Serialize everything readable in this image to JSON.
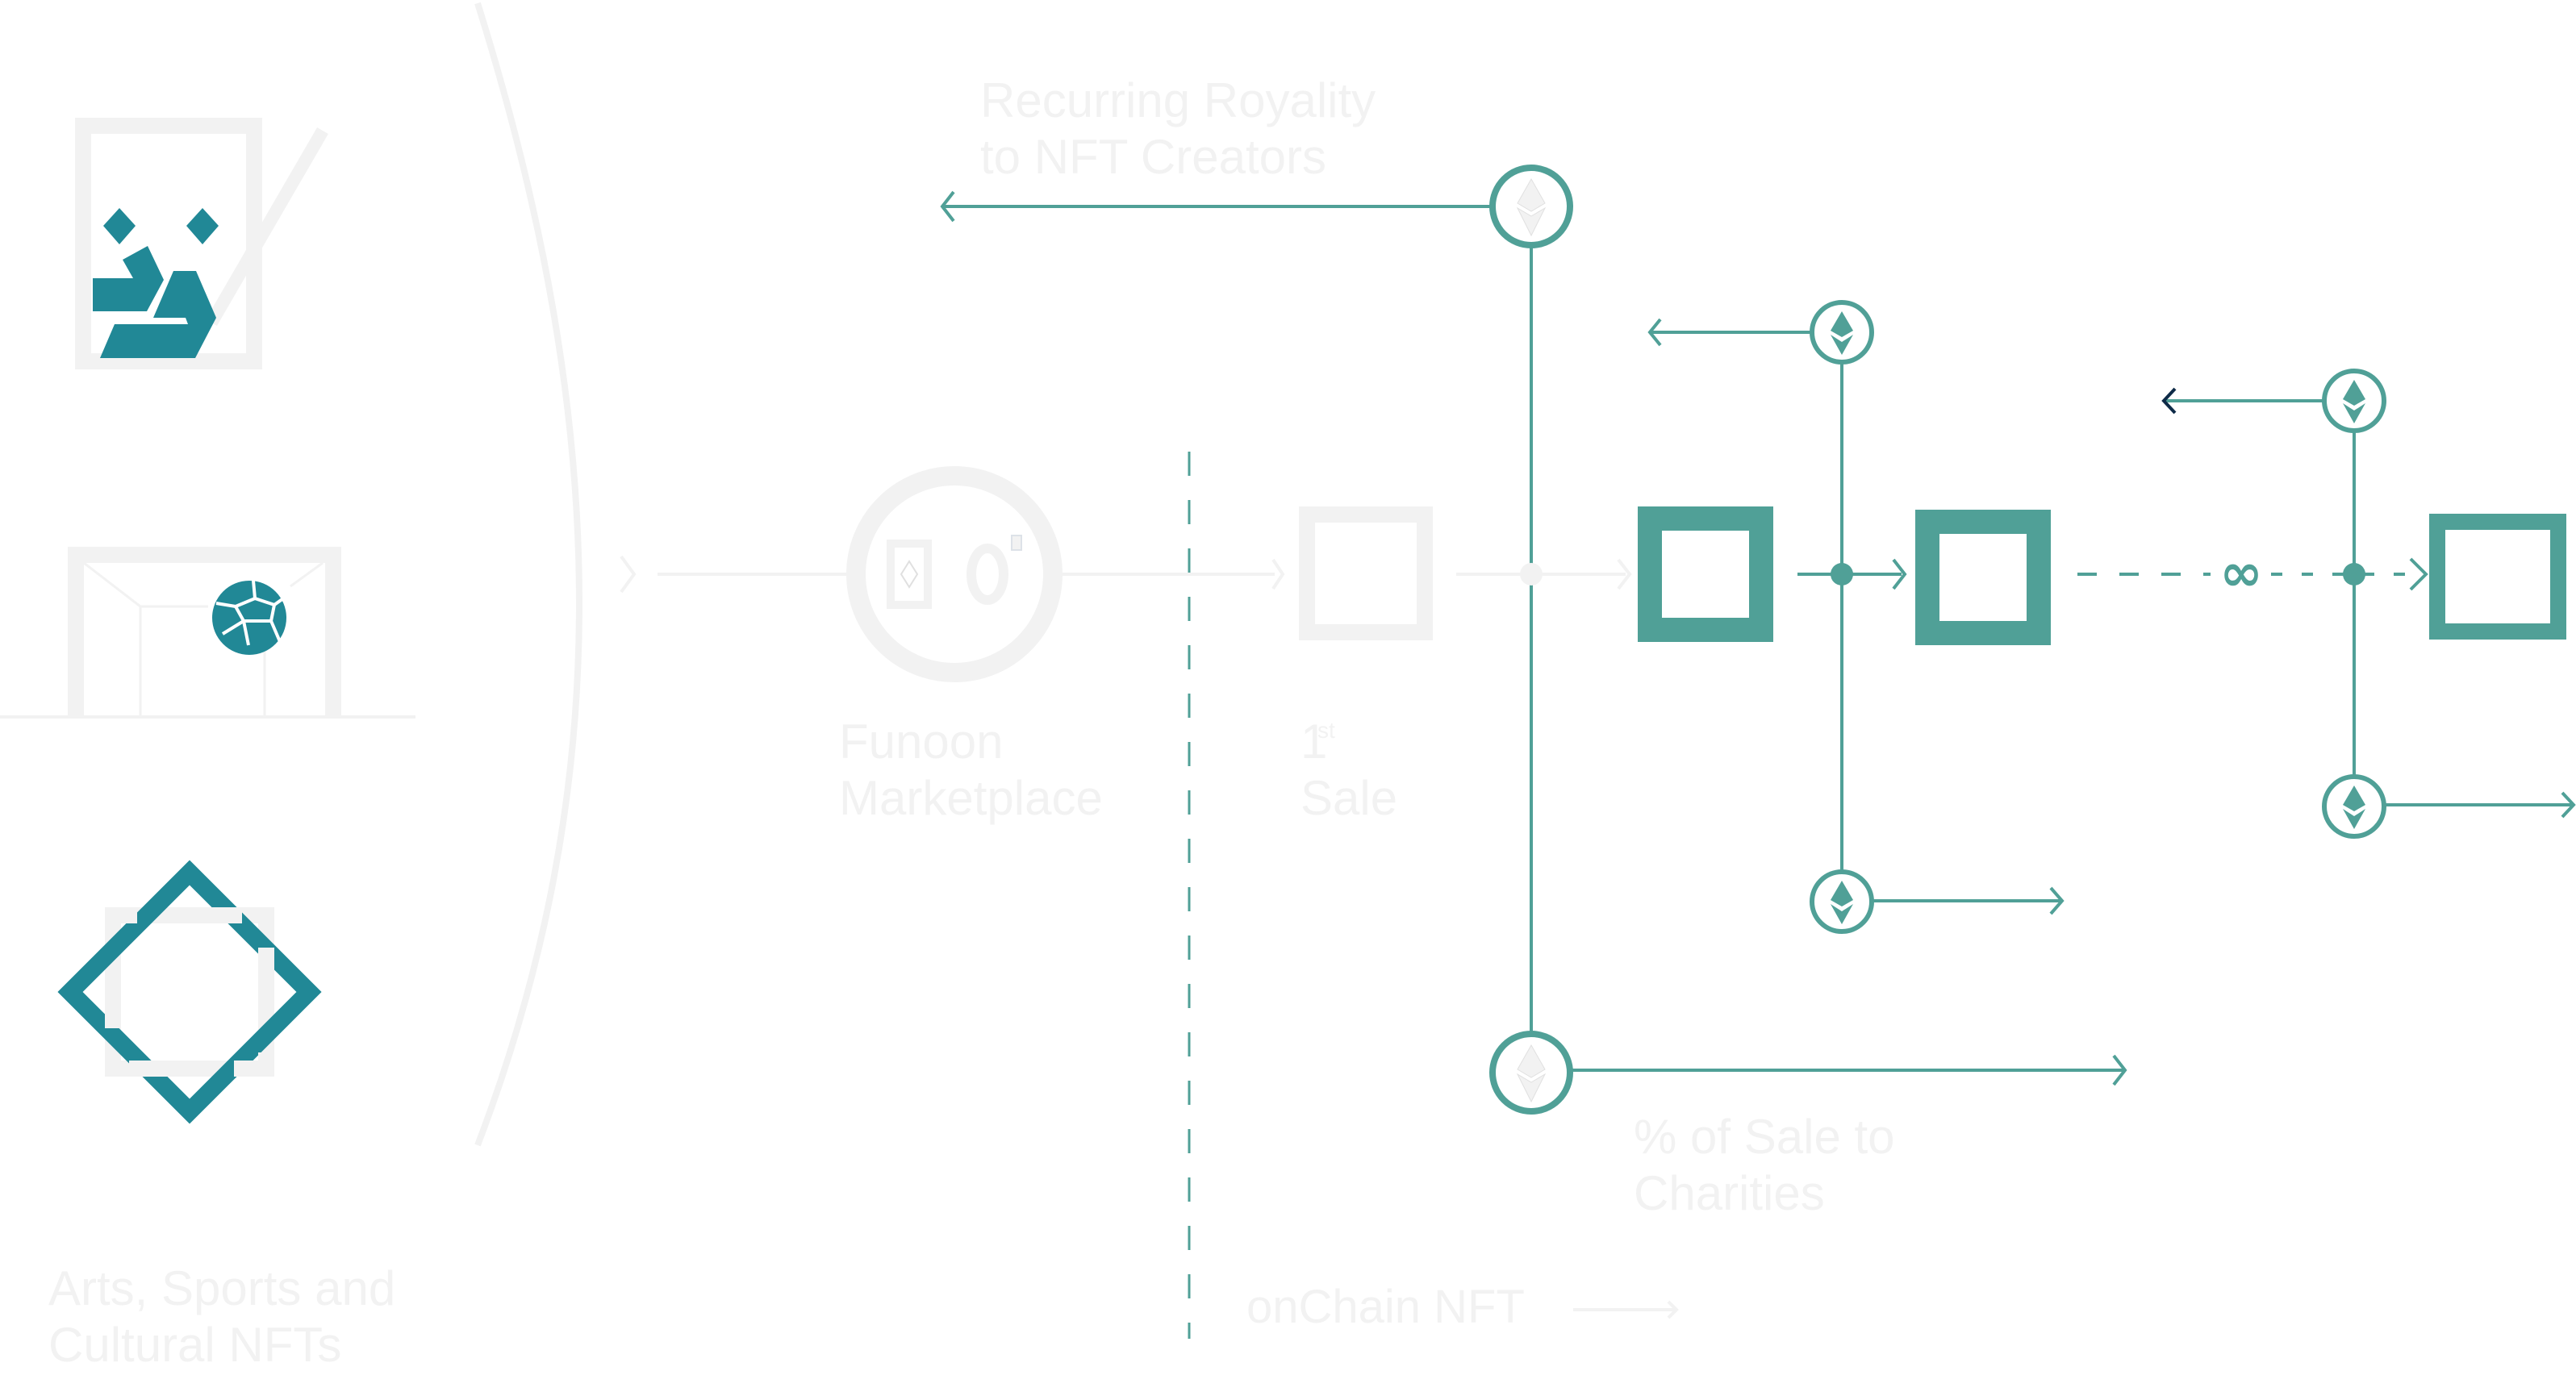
{
  "colors": {
    "teal": "#50a097",
    "teal_dark": "#218896",
    "ghost": "#f2f2f2",
    "navy": "#0e2a47",
    "background": "#ffffff"
  },
  "categories": {
    "title_line1": "Arts, Sports and",
    "title_line2": "Cultural NFTs",
    "icons": [
      "art-calligraphy-icon",
      "soccer-goal-icon",
      "islamic-star-icon"
    ]
  },
  "marketplace": {
    "label_line1": "Funoon",
    "label_line2": "Marketplace",
    "icon": "funoon-logo-icon"
  },
  "first_sale": {
    "label_number": "1",
    "label_sup": "st",
    "label_line2": "Sale"
  },
  "royalty": {
    "label_line1": "Recurring Royality",
    "label_line2": "to NFT Creators"
  },
  "charity": {
    "label_line1": "% of Sale to",
    "label_line2": "Charities"
  },
  "onchain": {
    "label": "onChain NFT"
  },
  "loop": {
    "symbol": "∞"
  }
}
